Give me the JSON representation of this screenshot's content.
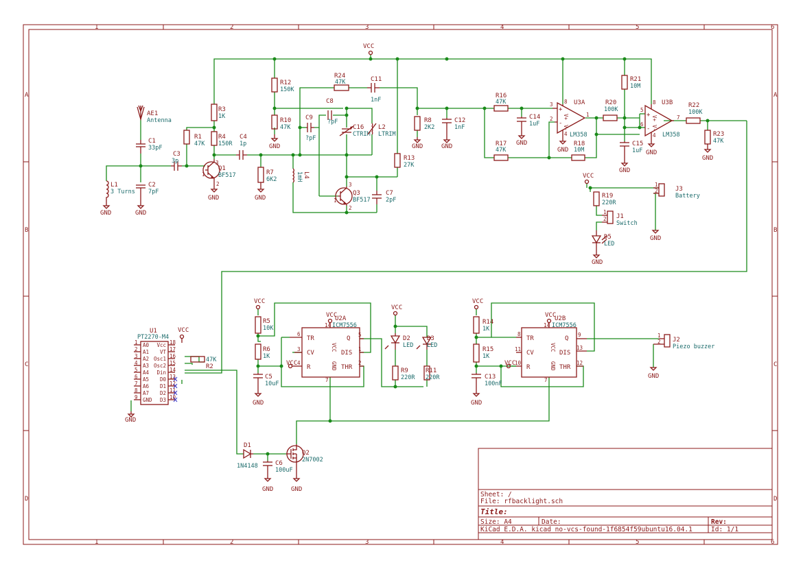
{
  "sheet": {
    "columns": [
      "1",
      "2",
      "3",
      "4",
      "5",
      "6"
    ],
    "rows": [
      "A",
      "B",
      "C",
      "D"
    ]
  },
  "title_block": {
    "sheet_label": "Sheet: /",
    "file_label": "File: rfbacklight.sch",
    "title_label": "Title:",
    "size_label": "Size: A4",
    "date_label": "Date:",
    "rev_label": "Rev:",
    "tool_label": "KiCad E.D.A.  kicad no-vcs-found-1f6854f59ubuntu16.04.1",
    "id_label": "Id: 1/1"
  },
  "nets": {
    "vcc": "VCC",
    "gnd": "GND"
  },
  "components": {
    "AE1": {
      "ref": "AE1",
      "value": "Antenna"
    },
    "C1": {
      "ref": "C1",
      "value": "33pF"
    },
    "C2": {
      "ref": "C2",
      "value": "7pF"
    },
    "L1": {
      "ref": "L1",
      "value": "3 Turns"
    },
    "C3": {
      "ref": "C3",
      "value": "3p"
    },
    "R1": {
      "ref": "R1",
      "value": "47K"
    },
    "R3": {
      "ref": "R3",
      "value": "1K"
    },
    "R4": {
      "ref": "R4",
      "value": "150R"
    },
    "Q1": {
      "ref": "Q1",
      "value": "BF517"
    },
    "C4": {
      "ref": "C4",
      "value": "1p"
    },
    "R7": {
      "ref": "R7",
      "value": "6K2"
    },
    "R12": {
      "ref": "R12",
      "value": "150K"
    },
    "R10": {
      "ref": "R10",
      "value": "47K"
    },
    "L4": {
      "ref": "L4",
      "value": "1mH"
    },
    "C9": {
      "ref": "C9",
      "value": "?pF"
    },
    "C8": {
      "ref": "C8",
      "value": "?pF"
    },
    "C16": {
      "ref": "C16",
      "value": "CTRIM"
    },
    "L2": {
      "ref": "L2",
      "value": "LTRIM"
    },
    "R24": {
      "ref": "R24",
      "value": "47K"
    },
    "C11": {
      "ref": "C11",
      "value": "1nF"
    },
    "Q3": {
      "ref": "Q3",
      "value": "BF517"
    },
    "C7": {
      "ref": "C7",
      "value": "2pF"
    },
    "R13": {
      "ref": "R13",
      "value": "27K"
    },
    "R8": {
      "ref": "R8",
      "value": "2K2"
    },
    "C12": {
      "ref": "C12",
      "value": "1nF"
    },
    "R16": {
      "ref": "R16",
      "value": "47K"
    },
    "C14": {
      "ref": "C14",
      "value": "1uF"
    },
    "R17": {
      "ref": "R17",
      "value": "47K"
    },
    "U3A": {
      "ref": "U3A",
      "value": "LM358"
    },
    "R20": {
      "ref": "R20",
      "value": "100K"
    },
    "R18": {
      "ref": "R18",
      "value": "10M"
    },
    "R21": {
      "ref": "R21",
      "value": "10M"
    },
    "C15": {
      "ref": "C15",
      "value": "1uF"
    },
    "U3B": {
      "ref": "U3B",
      "value": "LM358"
    },
    "R22": {
      "ref": "R22",
      "value": "100K"
    },
    "R23": {
      "ref": "R23",
      "value": "47K"
    },
    "R19": {
      "ref": "R19",
      "value": "220R"
    },
    "J3": {
      "ref": "J3",
      "value": "Battery"
    },
    "J1": {
      "ref": "J1",
      "value": "Switch"
    },
    "D5": {
      "ref": "D5",
      "value": "LED"
    },
    "U1": {
      "ref": "U1",
      "value": "PT2270-M4"
    },
    "R2": {
      "ref": "R2",
      "value": "47K"
    },
    "R5": {
      "ref": "R5",
      "value": "10K"
    },
    "R6": {
      "ref": "R6",
      "value": "1K"
    },
    "C5": {
      "ref": "C5",
      "value": "10uF"
    },
    "U2A": {
      "ref": "U2A",
      "value": "ICM7556"
    },
    "D2": {
      "ref": "D2",
      "value": "LED"
    },
    "D3": {
      "ref": "D3",
      "value": "LED"
    },
    "R9": {
      "ref": "R9",
      "value": "220R"
    },
    "R11": {
      "ref": "R11",
      "value": "220R"
    },
    "R14": {
      "ref": "R14",
      "value": "1K"
    },
    "R15": {
      "ref": "R15",
      "value": "1K"
    },
    "C13": {
      "ref": "C13",
      "value": "100nF"
    },
    "U2B": {
      "ref": "U2B",
      "value": "ICM7556"
    },
    "J2": {
      "ref": "J2",
      "value": "Piezo buzzer"
    },
    "D1": {
      "ref": "D1",
      "value": "1N4148"
    },
    "C6": {
      "ref": "C6",
      "value": "100uF"
    },
    "Q2": {
      "ref": "Q2",
      "value": "2N7002"
    }
  },
  "u1_pins": {
    "left_names": [
      "A0",
      "A1",
      "A2",
      "A3",
      "A4",
      "A5",
      "A6",
      "A7",
      "GND"
    ],
    "left_nums": [
      "1",
      "2",
      "3",
      "4",
      "5",
      "6",
      "7",
      "8",
      "9"
    ],
    "right_names": [
      "Vcc",
      "VT",
      "Osc1",
      "Osc2",
      "Din",
      "D0",
      "D1",
      "D2",
      "D3"
    ],
    "right_nums": [
      "18",
      "17",
      "16",
      "15",
      "14",
      "13",
      "12",
      "11",
      "10"
    ]
  },
  "timer_pins": {
    "tr": "TR",
    "cv": "CV",
    "r": "R",
    "q": "Q",
    "dis": "DIS",
    "thr": "THR",
    "gnd": "GND",
    "vcc": "VCC",
    "a": {
      "tr": "6",
      "cv": "3",
      "r": "4",
      "q": "5",
      "dis": "1",
      "thr": "2",
      "gnd": "7",
      "vcc": "14"
    },
    "b": {
      "tr": "8",
      "cv": "11",
      "r": "10",
      "q": "9",
      "dis": "13",
      "thr": "12",
      "gnd": "7",
      "vcc": "14"
    }
  },
  "opamp_pins": {
    "a": {
      "plus": "3",
      "minus": "2",
      "out": "1",
      "vp": "8",
      "vm": "4"
    },
    "b": {
      "plus": "5",
      "minus": "6",
      "out": "7",
      "vp": "8",
      "vm": "4"
    },
    "plus_sign": "+",
    "minus_sign": "-",
    "vp": "V+",
    "vm": "V-"
  },
  "pin_numbers": {
    "one": "1",
    "two": "2",
    "three": "3"
  },
  "colors": {
    "symbol": "#8b1a1a",
    "wire": "#1a8a1a",
    "value_text": "#1a6a6a"
  }
}
